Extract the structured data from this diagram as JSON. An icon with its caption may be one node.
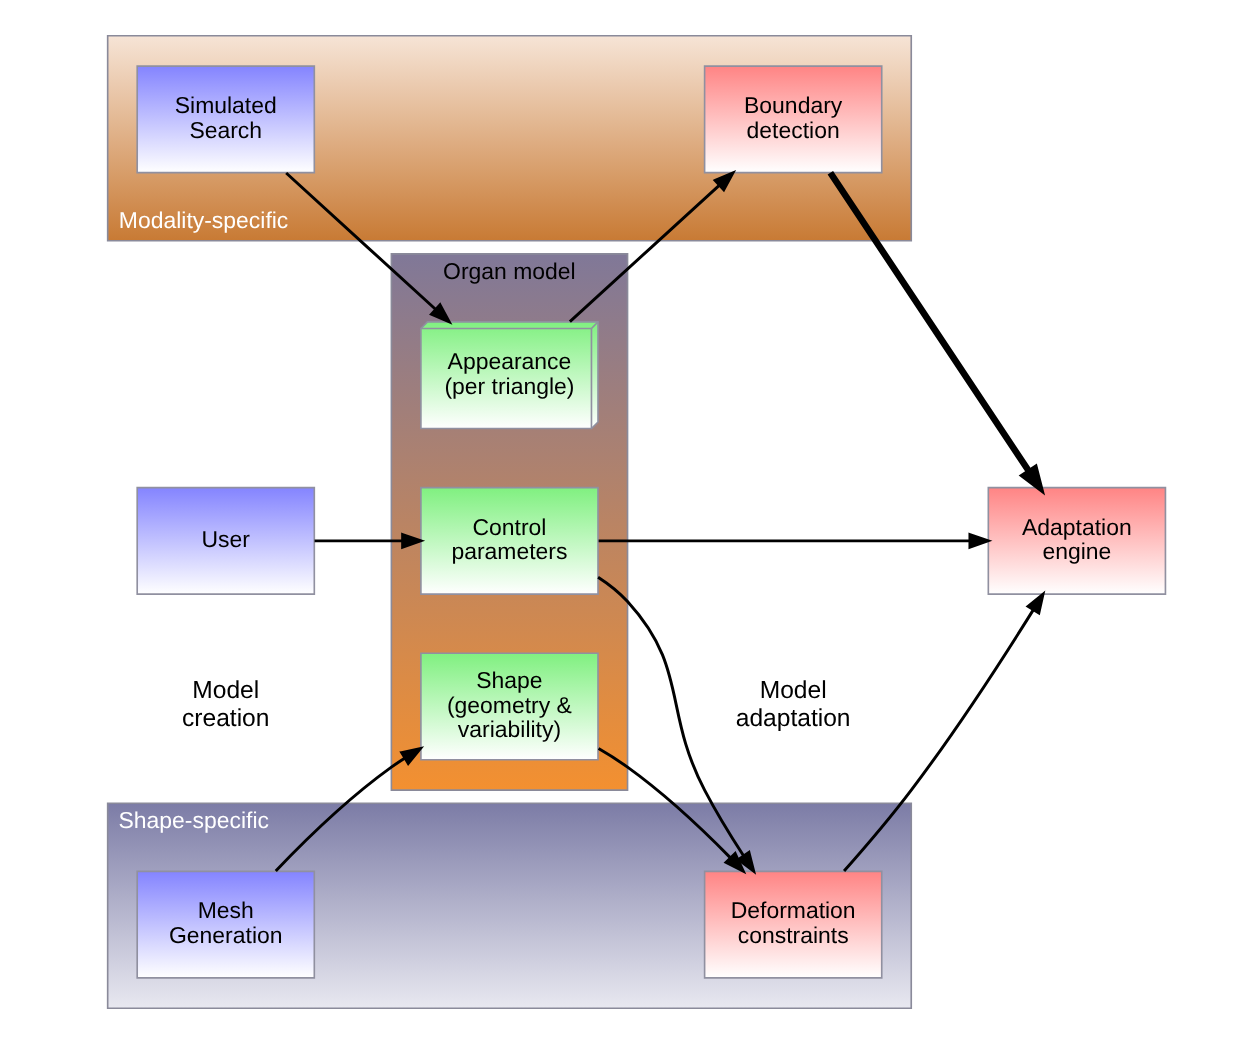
{
  "diagram": {
    "nodes": [
      {
        "text": [
          "Shape-specific"
        ]
      },
      {
        "text": [
          "Organ model"
        ]
      },
      {
        "text": [
          "Mesh Generation"
        ],
        "in": 0
      },
      {
        "text": [
          "Shape (geometry & variability)"
        ],
        "in": 1
      },
      {
        "text": [
          "Deformation constraints"
        ],
        "in": 0
      },
      {
        "text": [
          "User"
        ]
      },
      {
        "text": [
          "Control parameters"
        ],
        "in": 1
      },
      {
        "text": [
          "Adaptation engine"
        ]
      },
      {
        "text": [
          "Modality-specific"
        ]
      },
      {
        "text": [
          "Simulated Search"
        ],
        "in": 8
      },
      {
        "text": [
          "Appearance (per triangle)"
        ],
        "in": 1
      },
      {
        "text": [
          "Boundary detection"
        ],
        "in": 8
      }
    ],
    "edges": [
      {
        "from": 2,
        "to": 3,
        "arrow": "to"
      },
      {
        "from": 3,
        "to": 4,
        "arrow": "to"
      },
      {
        "from": 6,
        "to": 4,
        "arrow": "to"
      },
      {
        "from": 5,
        "to": 6,
        "arrow": "to"
      },
      {
        "from": 6,
        "to": 7,
        "arrow": "to"
      },
      {
        "from": 4,
        "to": 7,
        "arrow": "to"
      },
      {
        "from": 9,
        "to": 10,
        "arrow": "to"
      },
      {
        "from": 10,
        "to": 11,
        "arrow": "to"
      },
      {
        "from": 11,
        "to": 7,
        "arrow": "to",
        "style": "thick"
      }
    ],
    "labels": [
      "Model creation",
      "Model adaptation"
    ]
  }
}
